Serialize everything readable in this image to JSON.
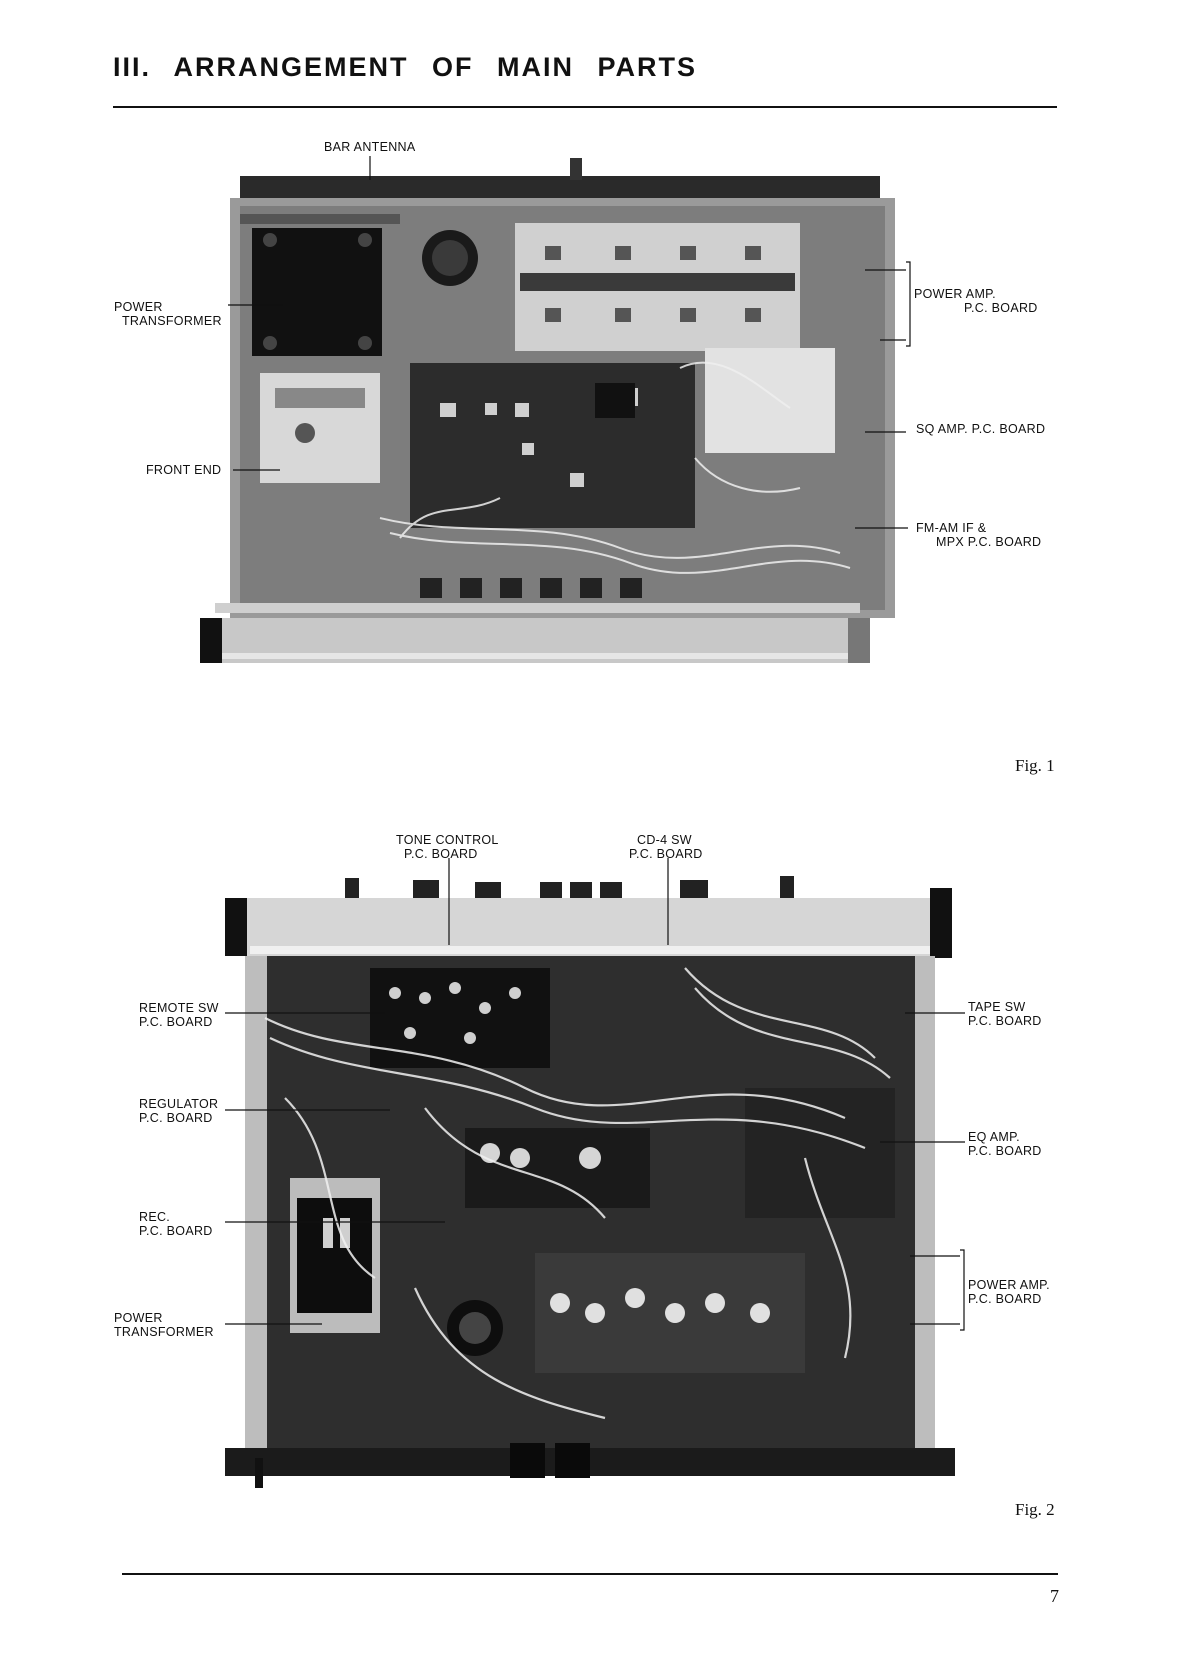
{
  "heading": "III. ARRANGEMENT OF MAIN PARTS",
  "figure1": {
    "caption": "Fig. 1",
    "labels": {
      "bar_antenna": "BAR ANTENNA",
      "power_transformer": [
        "POWER",
        "TRANSFORMER"
      ],
      "front_end": "FRONT END",
      "power_amp": [
        "POWER AMP.",
        "P.C. BOARD"
      ],
      "sq_amp": "SQ AMP. P.C. BOARD",
      "fm_am_if": [
        "FM-AM IF &",
        "MPX P.C. BOARD"
      ]
    }
  },
  "figure2": {
    "caption": "Fig. 2",
    "labels": {
      "tone_control": [
        "TONE CONTROL",
        "P.C. BOARD"
      ],
      "cd4_sw": [
        "CD-4 SW",
        "P.C. BOARD"
      ],
      "remote_sw": [
        "REMOTE SW",
        "P.C. BOARD"
      ],
      "regulator": [
        "REGULATOR",
        "P.C. BOARD"
      ],
      "rec": [
        "REC.",
        "P.C. BOARD"
      ],
      "power_transformer": [
        "POWER",
        "TRANSFORMER"
      ],
      "tape_sw": [
        "TAPE SW",
        "P.C. BOARD"
      ],
      "eq_amp": [
        "EQ AMP.",
        "P.C. BOARD"
      ],
      "power_amp": [
        "POWER AMP.",
        "P.C. BOARD"
      ]
    }
  },
  "page_number": "7"
}
